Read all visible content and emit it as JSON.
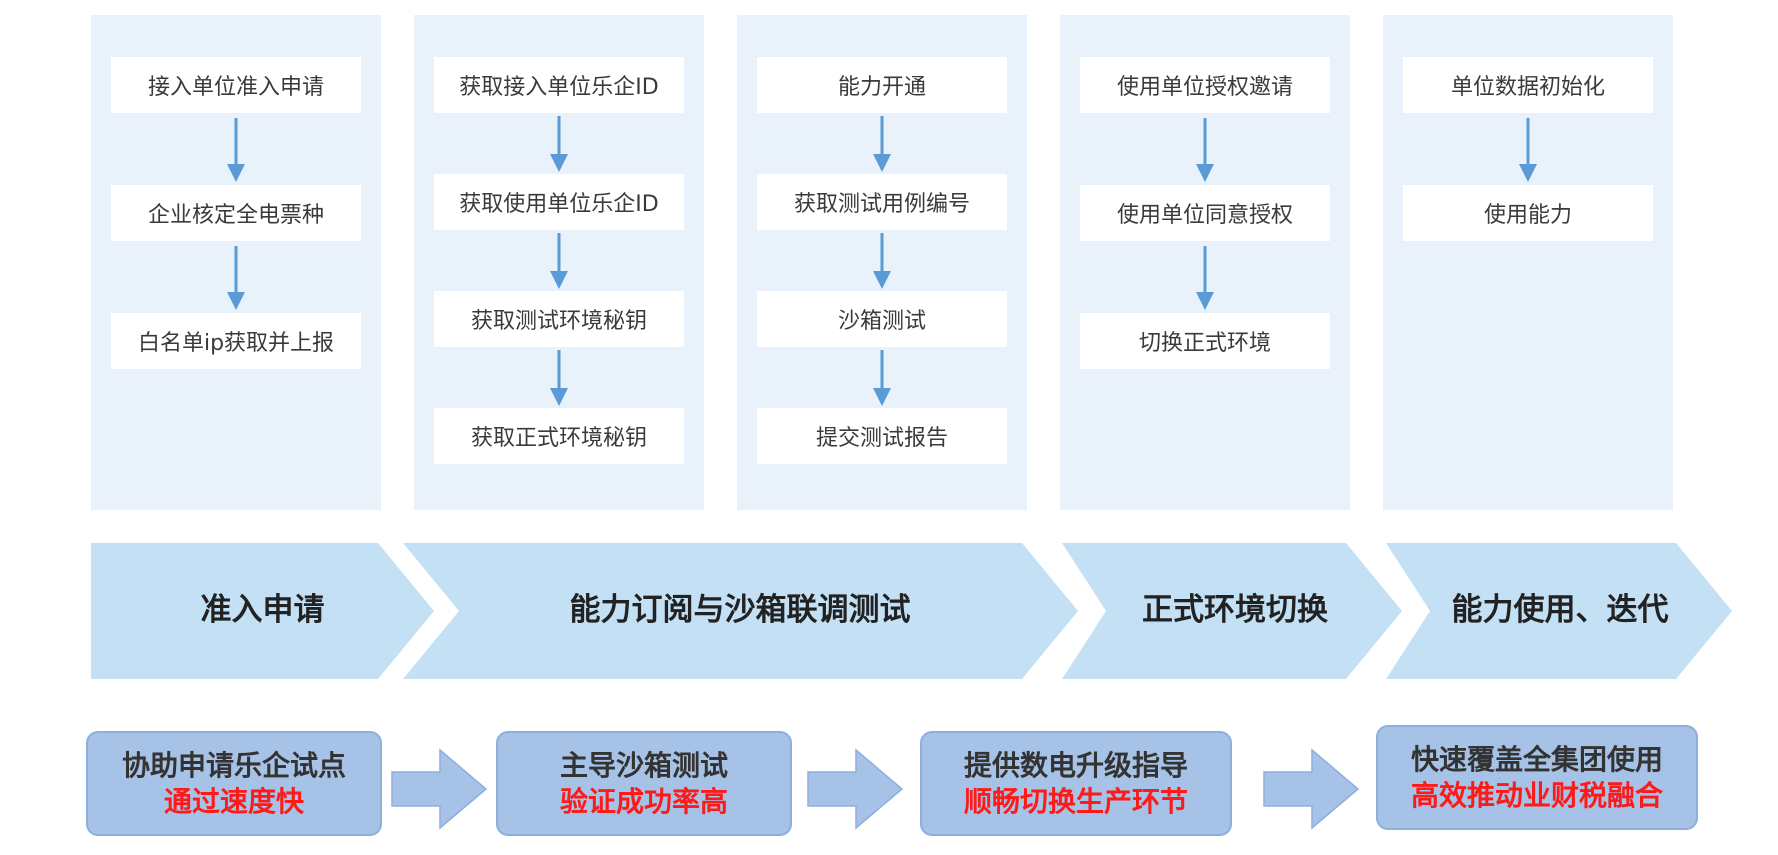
{
  "colors": {
    "column_bg": "#e9f2fb",
    "band_fill": "#c4e0f5",
    "arrow": "#5b9bd5",
    "benefit_fill": "#a6c2e6",
    "highlight_red": "#ff1a1a"
  },
  "columns": [
    {
      "steps": [
        "接入单位准入申请",
        "企业核定全电票种",
        "白名单ip获取并上报"
      ]
    },
    {
      "steps": [
        "获取接入单位乐企ID",
        "获取使用单位乐企ID",
        "获取测试环境秘钥",
        "获取正式环境秘钥"
      ]
    },
    {
      "steps": [
        "能力开通",
        "获取测试用例编号",
        "沙箱测试",
        "提交测试报告"
      ]
    },
    {
      "steps": [
        "使用单位授权邀请",
        "使用单位同意授权",
        "切换正式环境"
      ]
    },
    {
      "steps": [
        "单位数据初始化",
        "使用能力"
      ]
    }
  ],
  "phases": [
    "准入申请",
    "能力订阅与沙箱联调测试",
    "正式环境切换",
    "能力使用、迭代"
  ],
  "benefits": [
    {
      "line1": "协助申请乐企试点",
      "line2": "通过速度快"
    },
    {
      "line1": "主导沙箱测试",
      "line2": "验证成功率高"
    },
    {
      "line1": "提供数电升级指导",
      "line2": "顺畅切换生产环节"
    },
    {
      "line1": "快速覆盖全集团使用",
      "line2": "高效推动业财税融合"
    }
  ]
}
